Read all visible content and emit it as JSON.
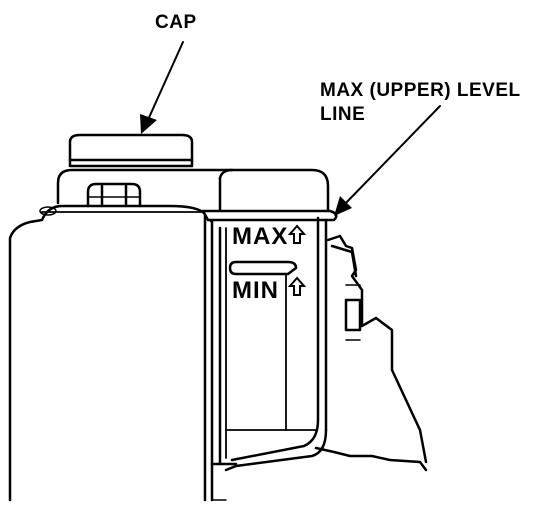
{
  "callouts": {
    "cap": "CAP",
    "max_line_1": "MAX (UPPER) LEVEL",
    "max_line_2": "LINE"
  },
  "reservoir_markings": {
    "max": "MAX",
    "min": "MIN"
  },
  "colors": {
    "ink": "#000000",
    "paper": "#ffffff"
  }
}
